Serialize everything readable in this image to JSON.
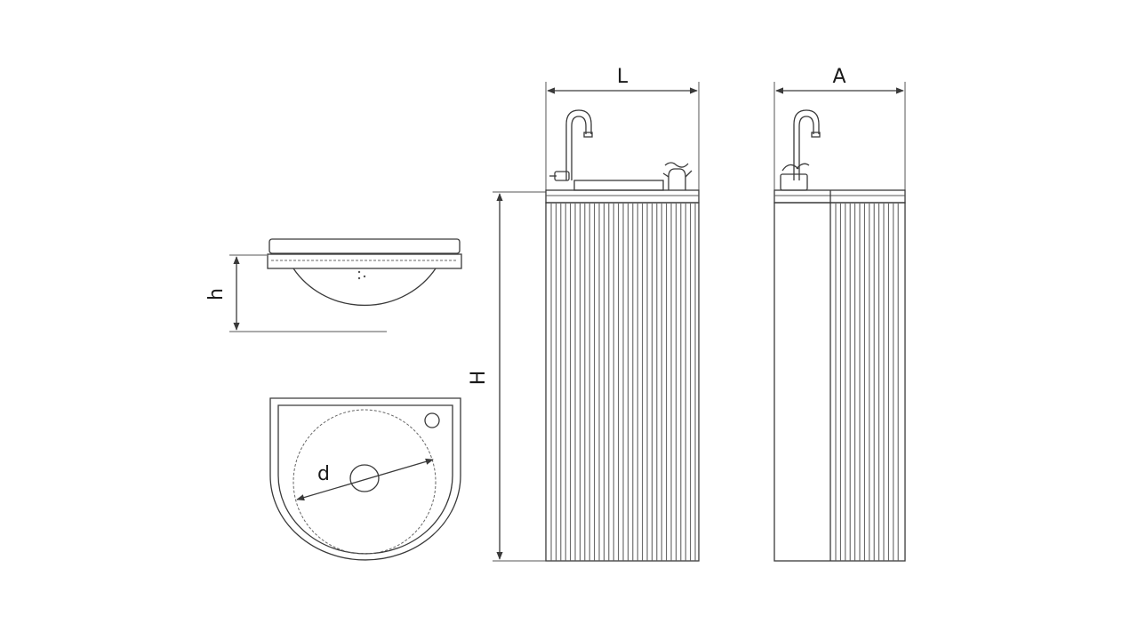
{
  "labels": {
    "L": "L",
    "A": "A",
    "H": "H",
    "h": "h",
    "d": "d"
  },
  "colors": {
    "line": "#3a3a3a",
    "background": "#ffffff"
  }
}
